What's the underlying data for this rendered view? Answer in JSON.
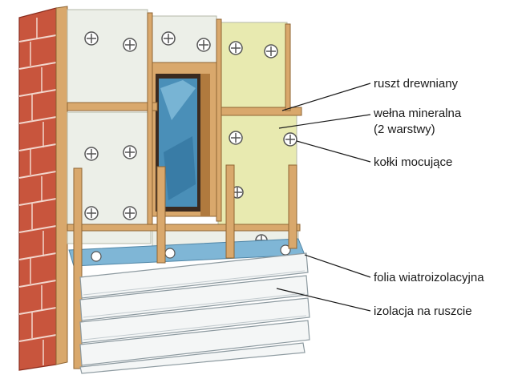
{
  "labels": {
    "frame": "ruszt drewniany",
    "wool_line1": "wełna mineralna",
    "wool_line2": "(2 warstwy)",
    "pins": "kołki mocujące",
    "membrane": "folia wiatroizolacyjna",
    "cladding": "izolacja na ruszcie"
  },
  "colors": {
    "brick": "#c8553d",
    "wood": "#d9a86c",
    "wool_white": "#ecefe8",
    "wool_yellow": "#e8eab0",
    "membrane": "#7fb6d6",
    "glass": "#4a8fb8",
    "siding": "#f4f6f6"
  }
}
